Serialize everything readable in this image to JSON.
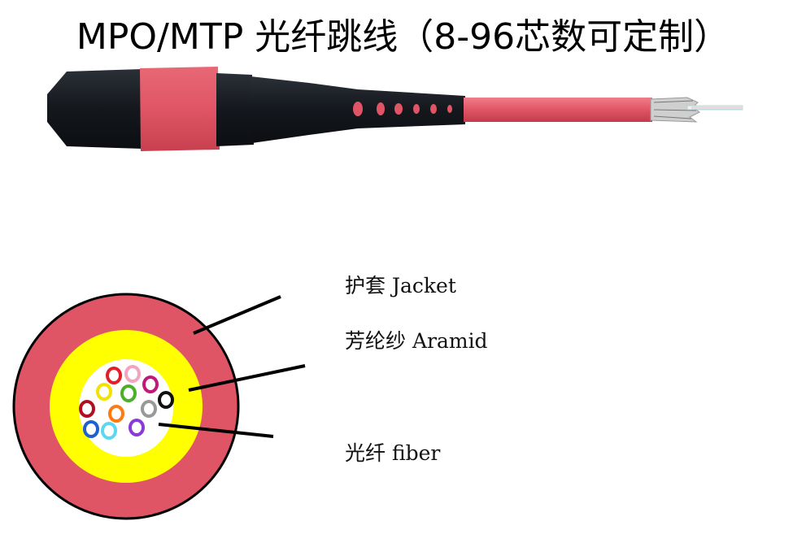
{
  "title": "MPO/MTP  光纤跳线（8-96芯数可定制）",
  "labels": {
    "jacket": "护套 Jacket",
    "aramid": "芳纶纱  Aramid",
    "fiber": "光纤 fiber"
  },
  "colors": {
    "jacket": "#e05565",
    "aramid": "#ffff00",
    "fiber_core": "#ffffff",
    "connector_body": "#1c1f26",
    "leader_line": "#000000"
  },
  "fiber_ring_colors": [
    "#e0202a",
    "#f4a3c0",
    "#f2e200",
    "#4caf2a",
    "#c2187a",
    "#b01020",
    "#999999",
    "#111111",
    "#ff7a10",
    "#5bd8f0",
    "#8a3ad8",
    "#1f5fd0"
  ]
}
